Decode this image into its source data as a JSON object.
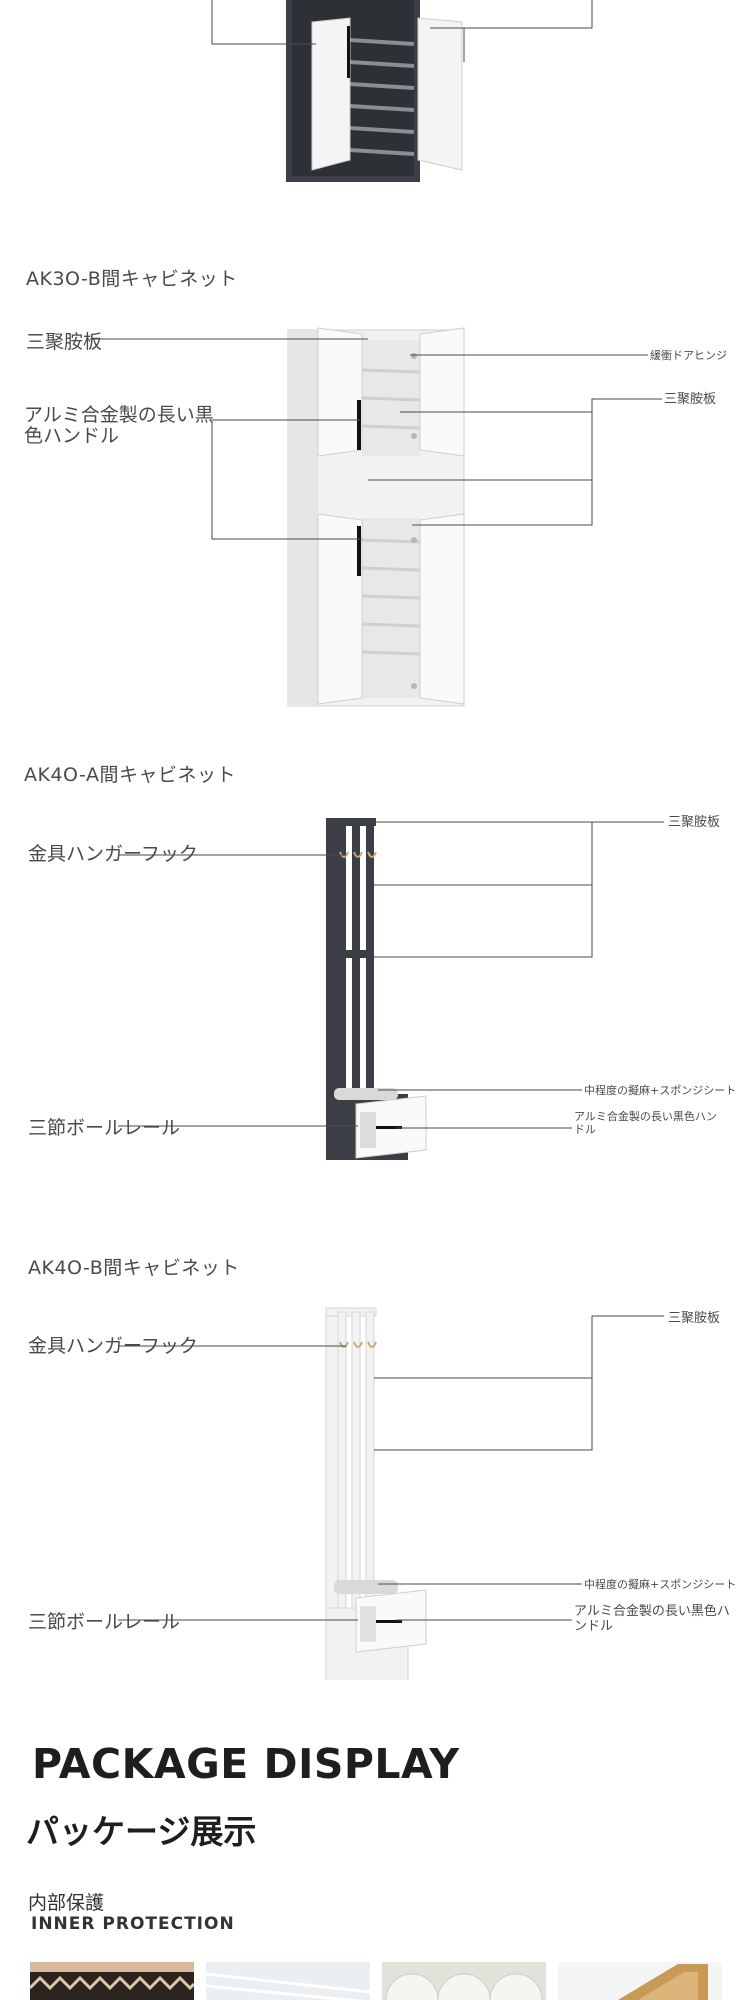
{
  "cab_ak30b": {
    "title": "AK3O-B間キャビネット",
    "label_board_left": "三聚胺板",
    "label_handle": "アルミ合金製の長い黒色ハンドル",
    "label_hinge": "緩衝ドアヒンジ",
    "label_board_right": "三聚胺板"
  },
  "cab_ak40a": {
    "title": "AK4O-A間キャビネット",
    "label_hook": "金具ハンガーフック",
    "label_rail": "三節ボールレール",
    "label_board": "三聚胺板",
    "label_cushion": "中程度の擬麻+スポンジシート",
    "label_handle": "アルミ合金製の長い黒色ハンドル"
  },
  "cab_ak40b": {
    "title": "AK4O-B間キャビネット",
    "label_hook": "金具ハンガーフック",
    "label_rail": "三節ボールレール",
    "label_board": "三聚胺板",
    "label_cushion": "中程度の擬麻+スポンジシート",
    "label_handle": "アルミ合金製の長い黒色ハンドル"
  },
  "package": {
    "title": "PACKAGE DISPLAY",
    "subtitle": "パッケージ展示",
    "inner_jp": "内部保護",
    "inner_en": "INNER PROTECTION"
  },
  "colors": {
    "cabinet_dark": "#3b3e44",
    "cabinet_white": "#f1f1f1",
    "line": "#4a4a4a"
  }
}
